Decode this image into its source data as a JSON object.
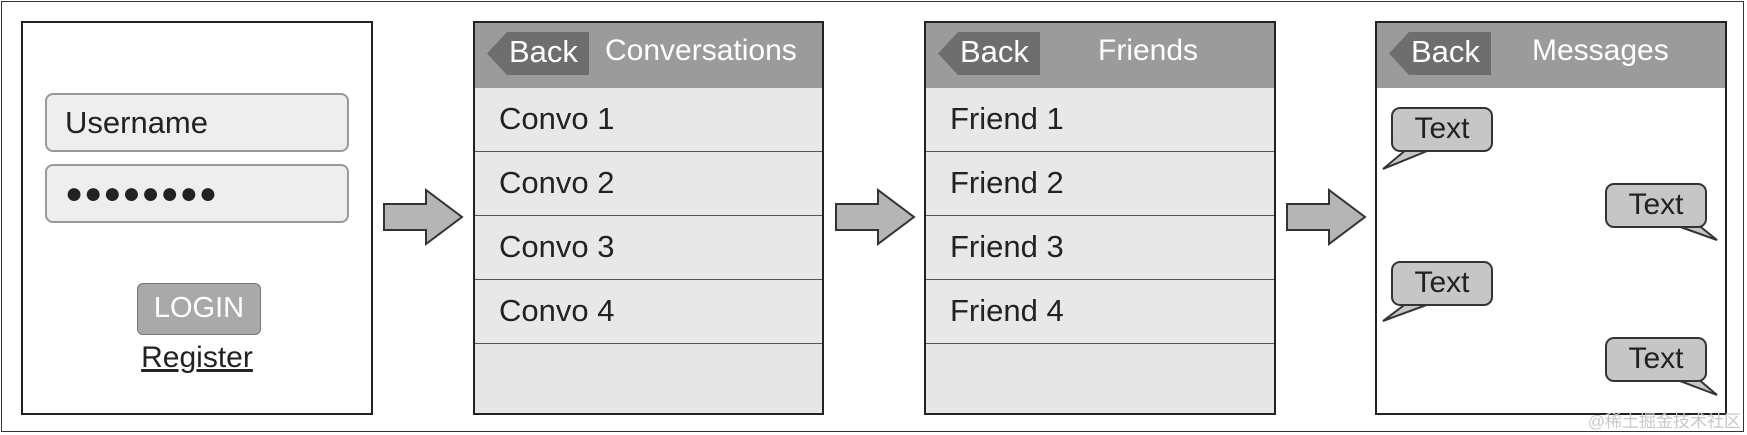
{
  "login_screen": {
    "username_placeholder": "Username",
    "password_mask": "●●●●●●●●",
    "login_label": "LOGIN",
    "register_label": "Register"
  },
  "conversations_screen": {
    "back_label": "Back",
    "title": "Conversations",
    "items": [
      "Convo 1",
      "Convo 2",
      "Convo 3",
      "Convo 4"
    ]
  },
  "friends_screen": {
    "back_label": "Back",
    "title": "Friends",
    "items": [
      "Friend 1",
      "Friend 2",
      "Friend 3",
      "Friend 4"
    ]
  },
  "messages_screen": {
    "back_label": "Back",
    "title": "Messages",
    "bubbles": [
      "Text",
      "Text",
      "Text",
      "Text"
    ]
  },
  "watermark": "@稀土掘金技术社区",
  "colors": {
    "header_bg": "#9b9b9b",
    "back_button_bg": "#6e6e6e",
    "login_button_bg": "#a9a9a9",
    "bubble_bg": "#c6c6c6",
    "arrow_fill": "#b5b5b5"
  }
}
